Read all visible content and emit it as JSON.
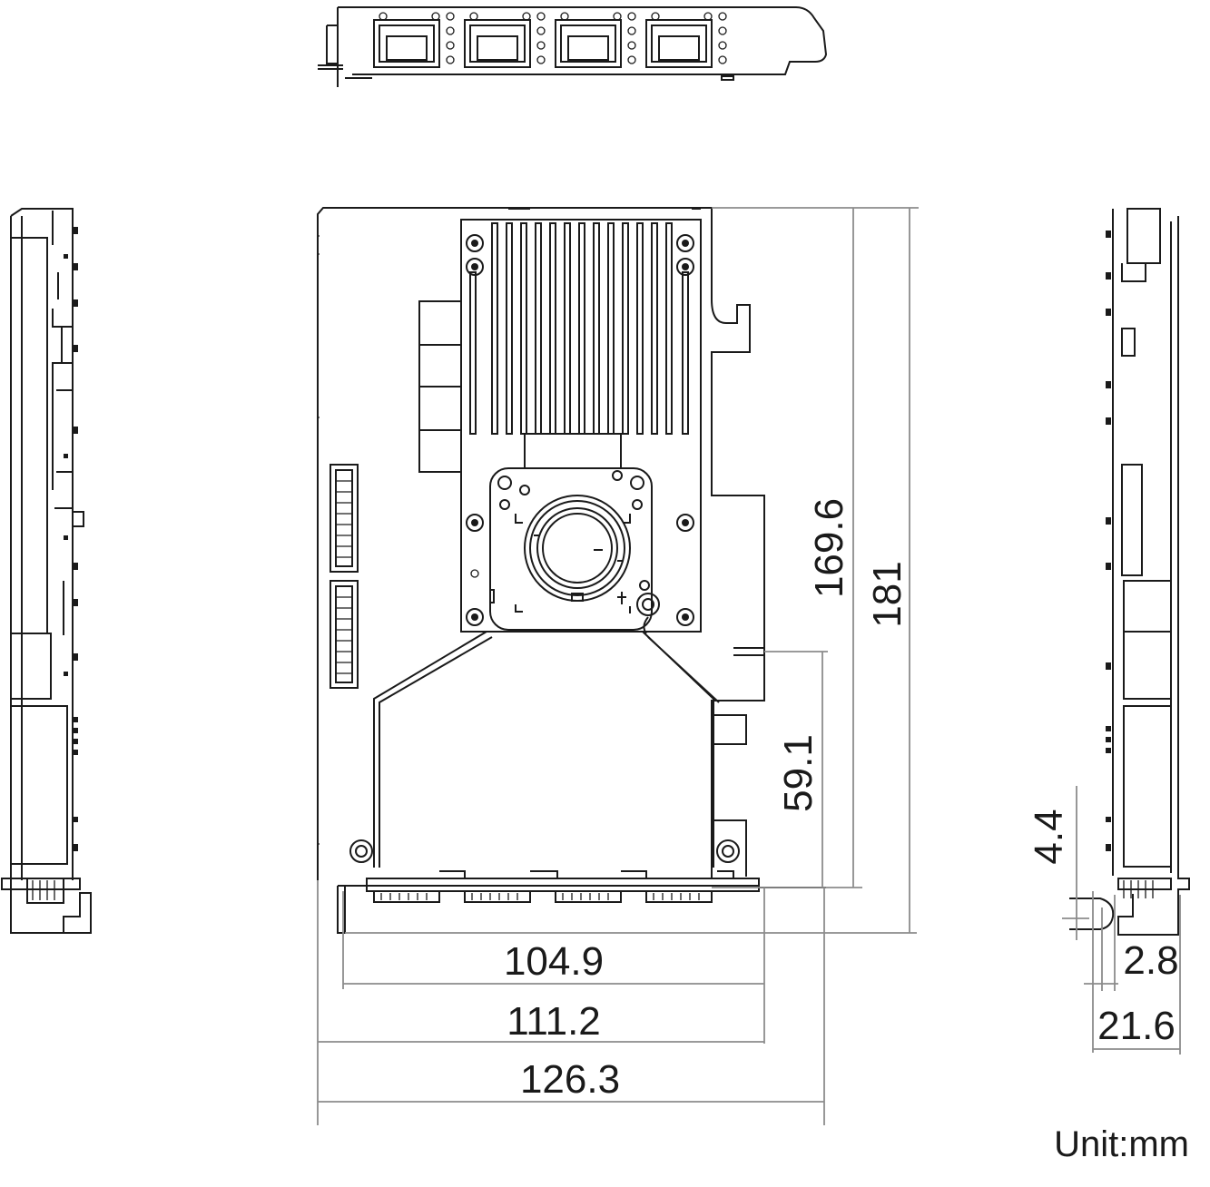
{
  "dimensions": {
    "height_heatsink": "169.6",
    "height_total": "181",
    "fan_to_edge": "59.1",
    "bracket_offset": "4.4",
    "bracket_thickness": "2.8",
    "side_depth": "21.6",
    "width_connector": "104.9",
    "width_board": "111.2",
    "width_total": "126.3"
  },
  "unit_label": "Unit:mm",
  "colors": {
    "line": "#1a1a1a",
    "dimension_line": "#8c8c8c",
    "background": "#ffffff"
  }
}
